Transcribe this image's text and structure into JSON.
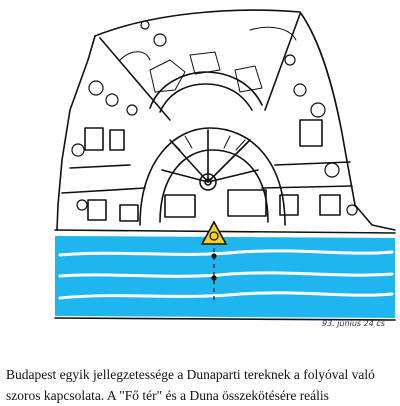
{
  "image": {
    "description_handwriting": "93. június 24 cs",
    "water_color": "#1fb6ef",
    "marker_color": "#f2d21a"
  },
  "caption": {
    "line1": "Budapest egyik jellegzetessége a Dunaparti tereknek a folyóval való",
    "line2": "szoros kapcsolata. A \"Fő tér\" és a Duna összekötésére reális"
  }
}
